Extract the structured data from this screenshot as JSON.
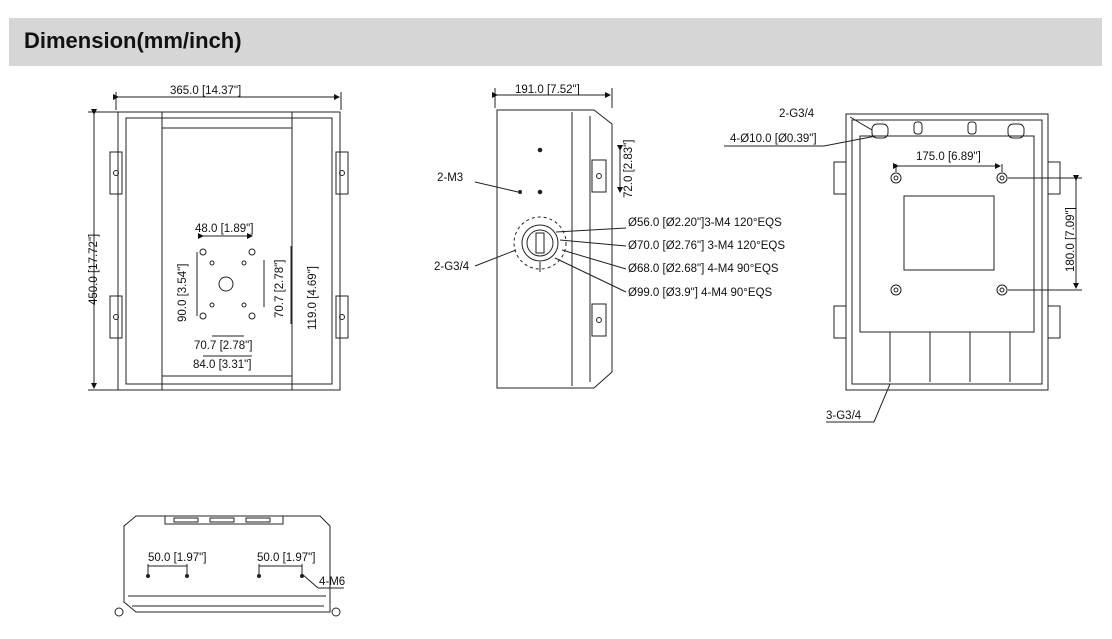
{
  "header": {
    "title": "Dimension(mm/inch)"
  },
  "front_view": {
    "width_label": "365.0 [14.37\"]",
    "height_label": "450.0 [17.72\"]",
    "dim_48": "48.0 [1.89\"]",
    "dim_90": "90.0 [3.54\"]",
    "dim_70_7_v": "70.7 [2.78\"]",
    "dim_119": "119.0 [4.69\"]",
    "dim_70_7_h": "70.7 [2.78\"]",
    "dim_84": "84.0 [3.31\"]"
  },
  "side_view": {
    "width_label": "191.0 [7.52\"]",
    "dim_72": "72.0 [2.83\"]",
    "label_m3": "2-M3",
    "label_g34": "2-G3/4",
    "callouts": [
      "Ø56.0 [Ø2.20\"]3-M4 120°EQS",
      "Ø70.0 [Ø2.76\"]  3-M4 120°EQS",
      "Ø68.0 [Ø2.68\"] 4-M4 90°EQS",
      "Ø99.0 [Ø3.9\"] 4-M4 90°EQS"
    ]
  },
  "back_view": {
    "label_top_g34": "2-G3/4",
    "label_holes": "4-Ø10.0 [Ø0.39\"]",
    "dim_175": "175.0 [6.89\"]",
    "dim_180": "180.0 [7.09\"]",
    "label_bottom_g34": "3-G3/4"
  },
  "bottom_view": {
    "dim_50_left": "50.0 [1.97\"]",
    "dim_50_right": "50.0 [1.97\"]",
    "label_m6": "4-M6"
  }
}
